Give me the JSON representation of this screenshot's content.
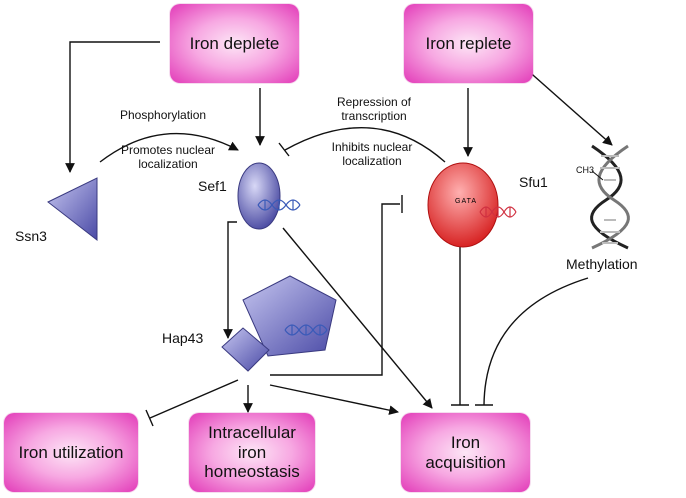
{
  "boxes": {
    "iron_deplete": "Iron deplete",
    "iron_replete": "Iron replete",
    "iron_utilization": "Iron utilization",
    "homeostasis": "Intracellular iron homeostasis",
    "acquisition": "Iron acquisition"
  },
  "proteins": {
    "ssn3": "Ssn3",
    "sef1": "Sef1",
    "sfu1": "Sfu1",
    "hap43": "Hap43",
    "gata": "GATA"
  },
  "labels": {
    "phosphorylation": "Phosphorylation",
    "promotes": "Promotes nuclear localization",
    "repression": "Repression of transcription",
    "inhibits": "Inhibits nuclear localization",
    "methylation": "Methylation",
    "ch3": "CH3"
  },
  "colors": {
    "box_pink": "#e23ab8",
    "protein_blue": "#7777cc",
    "sfu1_red": "#e83030",
    "dna_blue": "#3a5ab8"
  }
}
